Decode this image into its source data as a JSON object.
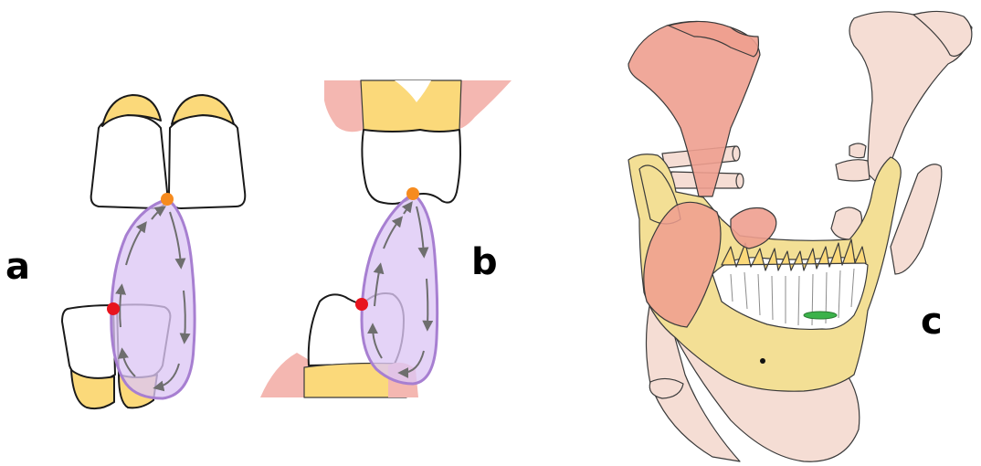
{
  "panels": [
    {
      "id": "a",
      "label": "a"
    },
    {
      "id": "b",
      "label": "b"
    },
    {
      "id": "c",
      "label": "c"
    }
  ],
  "colors": {
    "enamel": "#fbd97a",
    "tooth_white": "#ffffff",
    "gingiva": "#f4b7b1",
    "cycle_fill": "#dcc7f5",
    "cycle_stroke": "#a77fd1",
    "arrow": "#6e6e6e",
    "upper_contact": "#f68b1f",
    "lower_contact": "#e8141e",
    "mandible": "#f3df95",
    "muscle_strong": "#ee9e8f",
    "muscle_light": "#f5ddd4",
    "highlight_tooth": "#3bb24a"
  }
}
